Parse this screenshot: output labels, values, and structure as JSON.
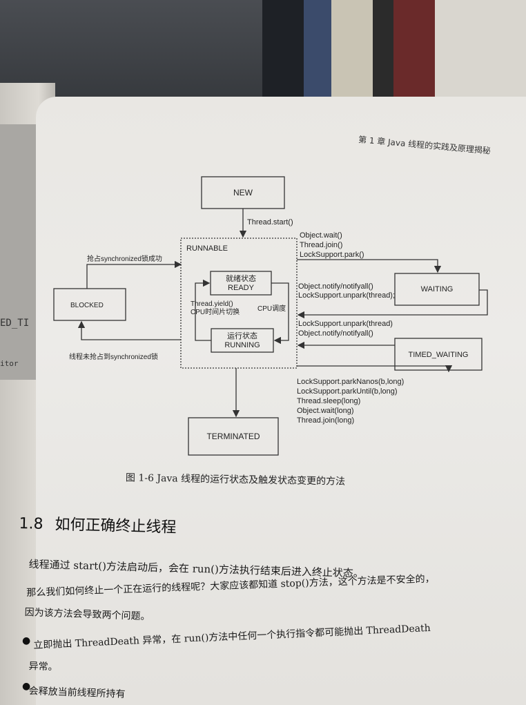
{
  "header": {
    "running_head": "第 1 章   Java 线程的实践及原理揭秘"
  },
  "left_page": {
    "fragments": [
      "ED_TI",
      "itor"
    ]
  },
  "diagram": {
    "states": {
      "new": "NEW",
      "runnable": "RUNNABLE",
      "ready_cn": "就绪状态",
      "ready_en": "READY",
      "running_cn": "运行状态",
      "running_en": "RUNNING",
      "blocked": "BLOCKED",
      "waiting": "WAITING",
      "timed_waiting": "TIMED_WAITING",
      "terminated": "TERMINATED"
    },
    "labels": {
      "thread_start": "Thread.start()",
      "acquire_sync_success": "抢占synchronized锁成功",
      "acquire_sync_fail": "线程未抢占到synchronized锁",
      "yield_1": "Thread.yield()",
      "yield_2": "CPU时间片切换",
      "cpu_schedule": "CPU调度",
      "to_waiting": [
        "Object.wait()",
        "Thread.join()",
        "LockSupport.park()"
      ],
      "from_waiting": [
        "Object.notify/notifyall()",
        "LockSupport.unpark(thread);"
      ],
      "from_timed": [
        "LockSupport.unpark(thread)",
        "Object.notify/notifyall()"
      ],
      "to_timed": [
        "LockSupport.parkNanos(b,long)",
        "LockSupport.parkUntil(b,long)",
        "Thread.sleep(long)",
        "Object.wait(long)",
        "Thread.join(long)"
      ]
    }
  },
  "caption": "图 1-6   Java 线程的运行状态及触发状态变更的方法",
  "section": {
    "number": "1.8",
    "title": "如何正确终止线程"
  },
  "body": {
    "p1": "线程通过 start()方法启动后，会在 run()方法执行结束后进入终止状态。",
    "p2a": "那么我们如何终止一个正在运行的线程呢？大家应该都知道 stop()方法，这个方法是不安全的，",
    "p2b": "因为该方法会导致两个问题。",
    "b1a": "立即抛出 ThreadDeath 异常，在 run()方法中任何一个执行指令都可能抛出 ThreadDeath",
    "b1b": "异常。",
    "b2": "会释放当前线程所持有"
  }
}
